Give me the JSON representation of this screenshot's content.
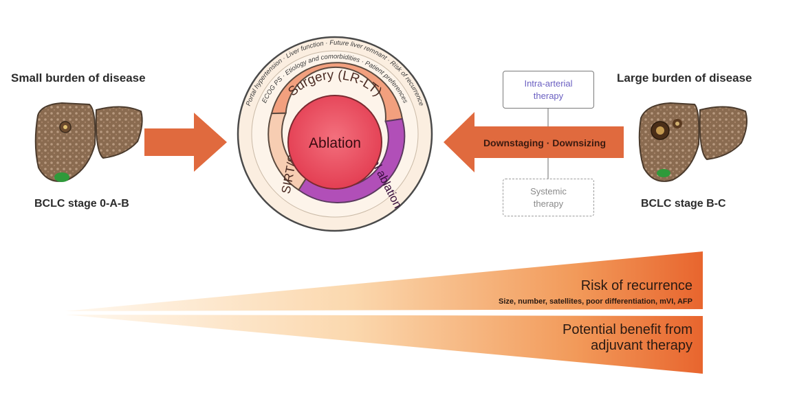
{
  "left": {
    "heading": "Small burden of disease",
    "stage": "BCLC stage 0-A-B"
  },
  "right": {
    "heading": "Large burden of disease",
    "stage": "BCLC stage B-C"
  },
  "circle": {
    "outer_text_1": "Portal hypertension · Liver function · Future liver remnant · Risk of recurrence",
    "outer_text_2": "ECOG PS · Etiology and comorbidities · Patient preferences",
    "center": "Ablation",
    "segment_top": "Surgery (LR-LT)",
    "segment_left": "SIRT/SBRT",
    "segment_right": "Thermal ablation"
  },
  "right_path": {
    "arrow_label": "Downstaging · Downsizing",
    "box_top": [
      "Intra-arterial",
      "therapy"
    ],
    "box_bottom": [
      "Systemic",
      "therapy"
    ]
  },
  "wedges": {
    "top_title": "Risk of recurrence",
    "top_subtitle": "Size, number, satellites, poor differentiation, mVI, AFP",
    "bottom_title_line1": "Potential benefit from",
    "bottom_title_line2": "adjuvant therapy"
  },
  "colors": {
    "arrow": "#e06a3e",
    "surgery": "#f2a07e",
    "sirt": "#f7cdb2",
    "thermal": "#b14fb8",
    "ablation": "#e84a5a",
    "outer_ring": "#fbeee0",
    "box_purple": "#6a5fc1",
    "box_gray": "#8a8a8a"
  }
}
